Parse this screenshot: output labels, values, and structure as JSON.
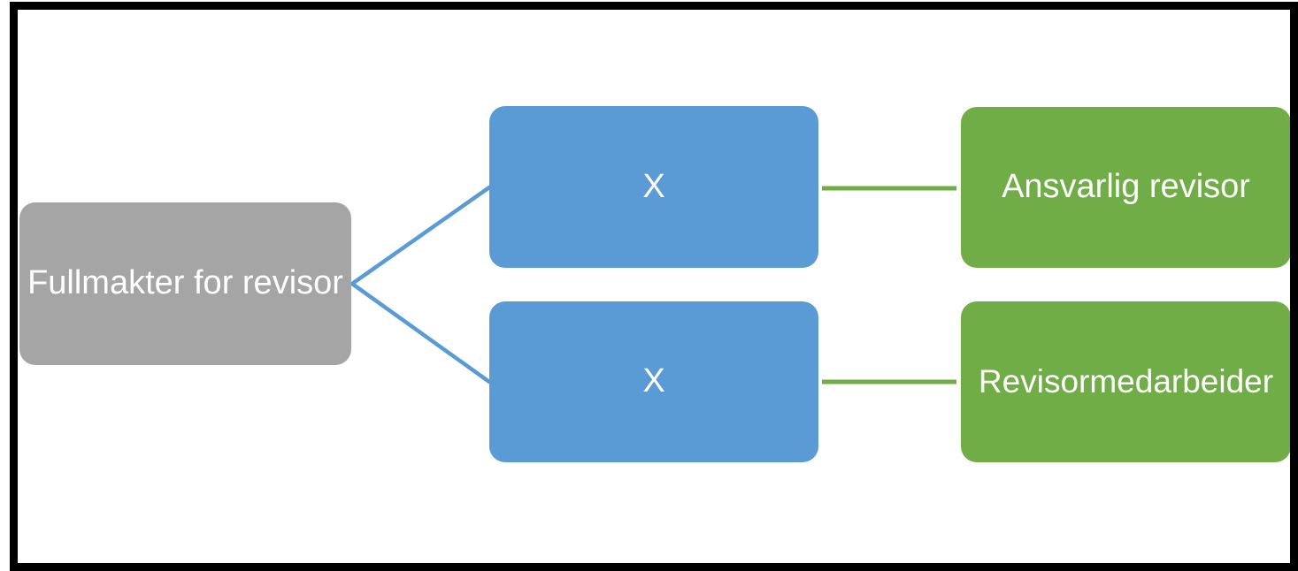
{
  "diagram": {
    "root_node": {
      "label": "Fullmakter for revisor",
      "color": "#A5A5A5"
    },
    "middle_nodes": [
      {
        "label": "X",
        "color": "#5B9BD5"
      },
      {
        "label": "X",
        "color": "#5B9BD5"
      }
    ],
    "right_nodes": [
      {
        "label": "Ansvarlig revisor",
        "color": "#70AD47"
      },
      {
        "label": "Revisormedarbeider",
        "color": "#70AD47"
      }
    ],
    "connectors": {
      "fork_color": "#5B9BD5",
      "link_color": "#70AD47"
    },
    "frame_color": "#000000",
    "text_color": "#FFFFFF",
    "background_color": "#FFFFFF"
  }
}
